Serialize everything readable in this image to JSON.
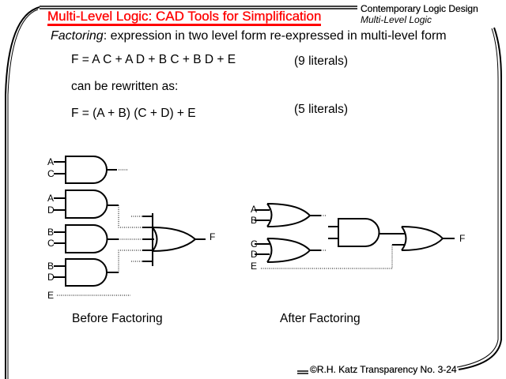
{
  "header": {
    "title": "Multi-Level Logic: CAD Tools for Simplification",
    "course": "Contemporary Logic Design",
    "section": "Multi-Level Logic"
  },
  "intro": {
    "term": "Factoring",
    "text": ": expression in two level form re-expressed in multi-level form"
  },
  "equations": {
    "original": "F = A C +  A D +  B C +  B D +  E",
    "original_count": "(9 literals)",
    "connector": "can be rewritten as:",
    "factored": "F = (A + B) (C + D) + E",
    "factored_count": "(5 literals)"
  },
  "before": {
    "caption": "Before Factoring",
    "inputs": [
      "A",
      "C",
      "A",
      "D",
      "B",
      "C",
      "B",
      "D",
      "E"
    ],
    "output": "F"
  },
  "after": {
    "caption": "After Factoring",
    "inputs": [
      "A",
      "B",
      "C",
      "D",
      "E"
    ],
    "output": "F"
  },
  "footer": "©R.H. Katz   Transparency No. 3-24"
}
